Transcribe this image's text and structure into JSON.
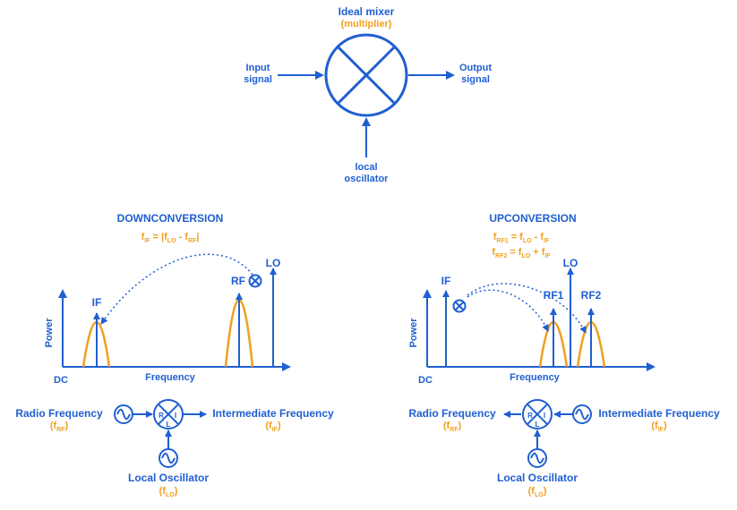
{
  "colors": {
    "blue": "#1f5fd1",
    "orange": "#f0a020"
  },
  "mixer": {
    "title": "Ideal mixer",
    "subtitle": "(multiplier)",
    "input_line1": "Input",
    "input_line2": "signal",
    "output_line1": "Output",
    "output_line2": "signal",
    "lo_line1": "local",
    "lo_line2": "oscillator"
  },
  "down": {
    "title": "DOWNCONVERSION",
    "eq": {
      "f": "f",
      "sub_if": "IF",
      "eq": " = |f",
      "sub_lo": "LO",
      "minus": " - f",
      "sub_rf": "RF",
      "end": "|"
    },
    "if_label": "IF",
    "rf_label": "RF",
    "lo_label": "LO",
    "power_label": "Power",
    "freq_label": "Frequency",
    "dc_label": "DC",
    "radio_freq": "Radio Frequency",
    "inter_freq": "Intermediate Frequency",
    "local_osc": "Local Oscillator",
    "f_rf": {
      "f": "(f",
      "sub": "RF",
      "end": ")"
    },
    "f_if": {
      "f": "(f",
      "sub": "IF",
      "end": ")"
    },
    "f_lo": {
      "f": "(f",
      "sub": "LO",
      "end": ")"
    },
    "port_r": "R",
    "port_i": "I",
    "port_l": "L"
  },
  "up": {
    "title": "UPCONVERSION",
    "eq1": {
      "f": "f",
      "sub_rf1": "RF1",
      "eq": " = f",
      "sub_lo": "LO",
      "minus": " - f",
      "sub_if": "IF"
    },
    "eq2": {
      "f": "f",
      "sub_rf2": "RF2",
      "eq": " = f",
      "sub_lo": "LO",
      "plus": " + f",
      "sub_if": "IF"
    },
    "if_label": "IF",
    "lo_label": "LO",
    "rf1_label": "RF1",
    "rf2_label": "RF2",
    "power_label": "Power",
    "freq_label": "Frequency",
    "dc_label": "DC",
    "radio_freq": "Radio Frequency",
    "inter_freq": "Intermediate Frequency",
    "local_osc": "Local Oscillator",
    "f_rf": {
      "f": "(f",
      "sub": "RF",
      "end": ")"
    },
    "f_if": {
      "f": "(f",
      "sub": "IF",
      "end": ")"
    },
    "f_lo": {
      "f": "(f",
      "sub": "LO",
      "end": ")"
    },
    "port_r": "R",
    "port_i": "I",
    "port_l": "L"
  }
}
